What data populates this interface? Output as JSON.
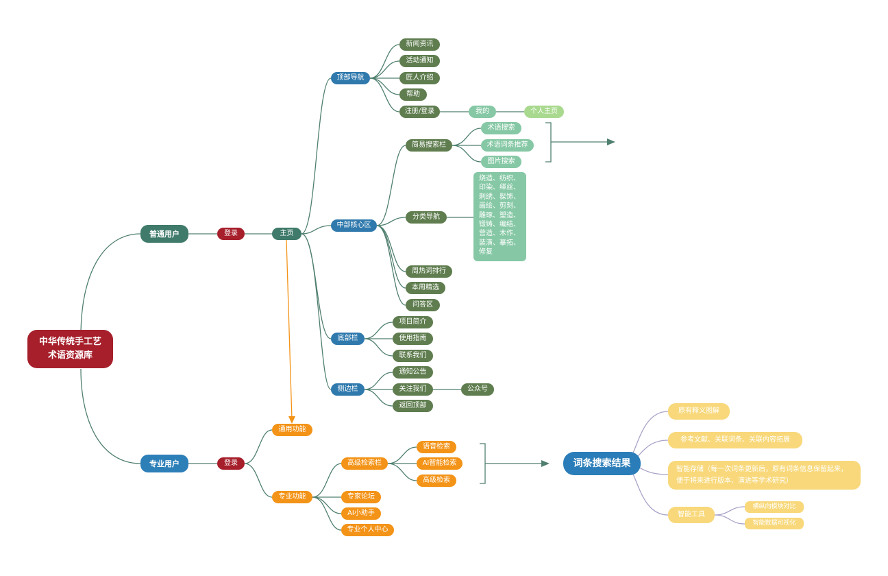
{
  "root": {
    "title": "中华传统手工艺术语资源库"
  },
  "users": {
    "general": "普通用户",
    "professional": "专业用户",
    "login_label": "登录"
  },
  "home": "主页",
  "top_nav": {
    "label": "顶部导航",
    "items": [
      "新闻资讯",
      "活动通知",
      "匠人介绍",
      "帮助",
      "注册/登录"
    ],
    "mine": "我的",
    "profile": "个人主页"
  },
  "core": {
    "label": "中部核心区",
    "search_bar": "简易搜索栏",
    "search_items": [
      "术语搜索",
      "术语词条推荐",
      "图片搜索"
    ],
    "category_nav": "分类导航",
    "categories": "烧造、纺织、印染、缂丝、刺绣、髹饰、画绘、剪刻、雕琢、塑造、锻铸、编结、营造、木作、装潢、摹拓、修复",
    "hot_words": "周热词排行",
    "weekly_pick": "本周精选",
    "qa": "问答区"
  },
  "footer": {
    "label": "底部栏",
    "items": [
      "项目简介",
      "使用指南",
      "联系我们"
    ]
  },
  "sidebar": {
    "label": "侧边栏",
    "items": [
      "通知公告",
      "关注我们",
      "返回顶部"
    ],
    "wechat": "公众号"
  },
  "pro": {
    "common": "通用功能",
    "special": "专业功能",
    "advanced_bar": "高级检索栏",
    "advanced_items": [
      "语音检索",
      "AI智能检索",
      "高级检索"
    ],
    "others": [
      "专家论坛",
      "AI小助手",
      "专业个人中心"
    ]
  },
  "result": {
    "title": "词条搜索结果",
    "items": [
      "原有释义图解",
      "参考文献、关联词条、关联内容拓展",
      "智能存储（每一次词条更新后，原有词条信息保留起来，便于将来进行版本、演进等学术研究）",
      "智能工具"
    ],
    "tools": [
      "横纵向模块对比",
      "智能数据可视化"
    ]
  },
  "colors": {
    "root": "#a61f2b",
    "teal": "#3f7a6a",
    "blue": "#2f79ad",
    "olive": "#5f7d4f",
    "mint": "#86c8a5",
    "orange": "#f39317",
    "yellow": "#f8d87a",
    "line": "#4f7f6e",
    "result_line": "#a9a3c7"
  }
}
